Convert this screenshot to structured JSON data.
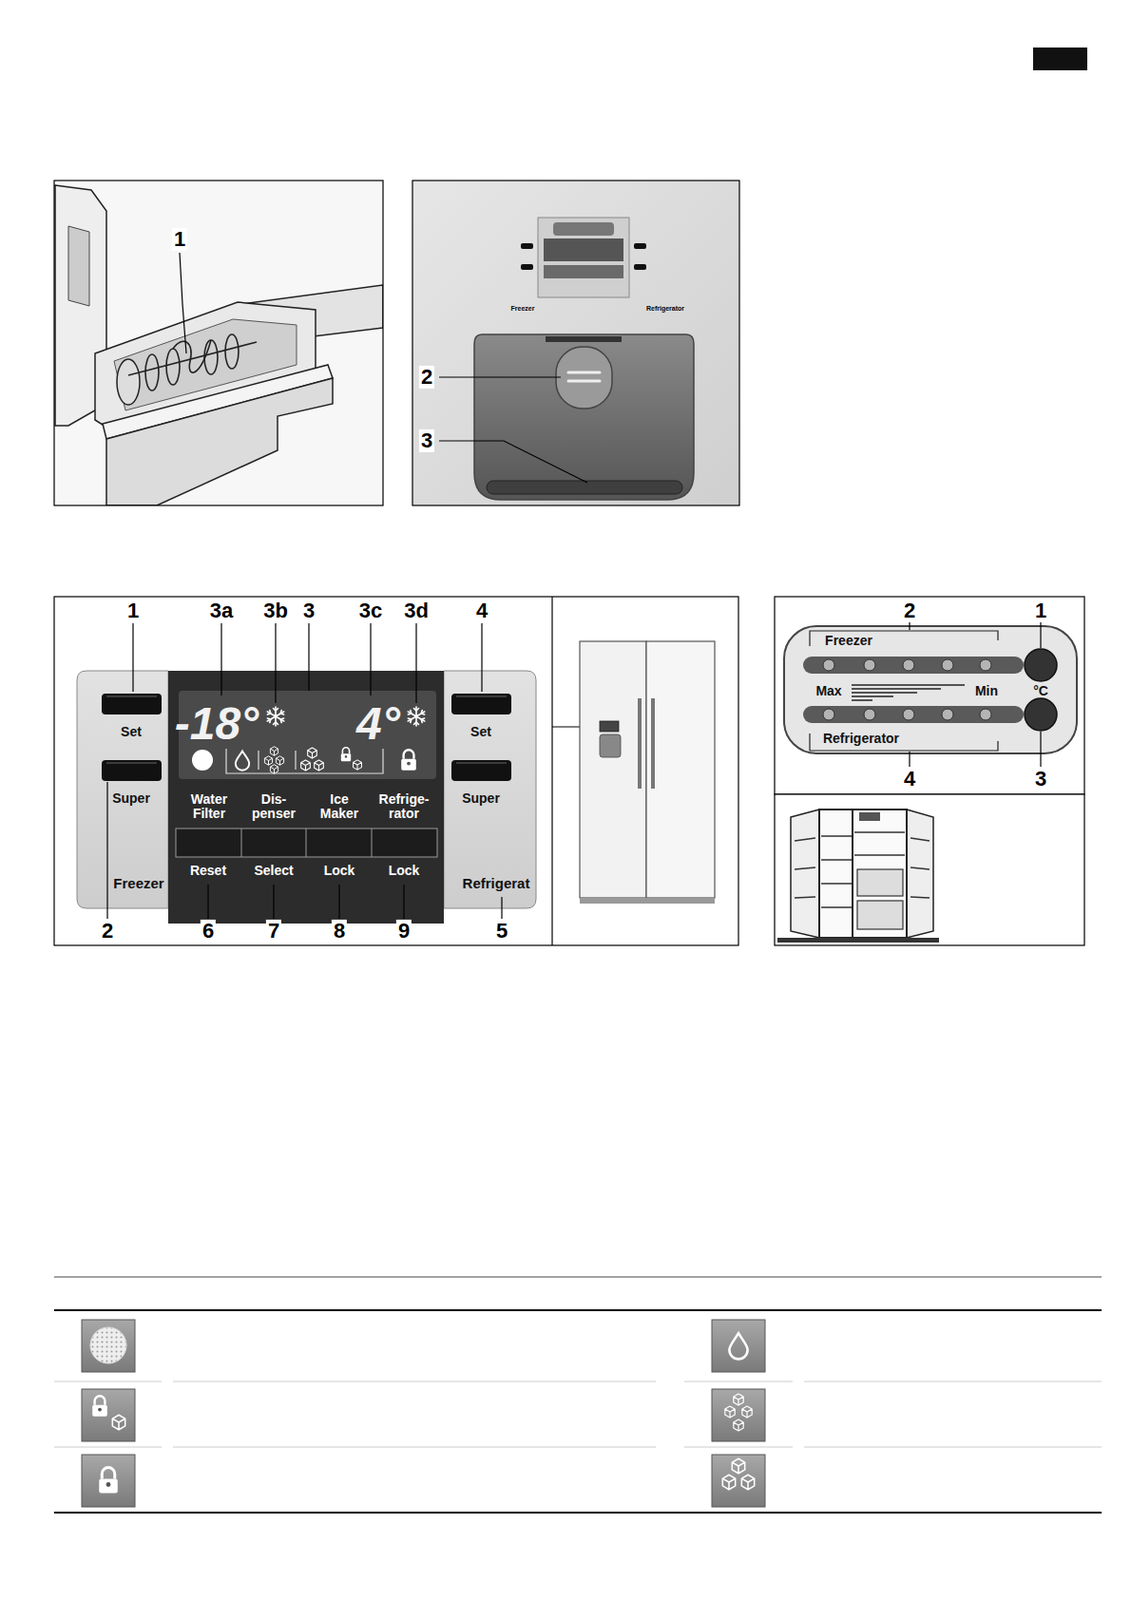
{
  "diagram": {
    "nodes": [
      {
        "text": [
          "Set",
          "Super",
          "Freezer"
        ]
      },
      {
        "text": [
          "-18°",
          "4°",
          "Water Filter",
          "Dis- penser",
          "Ice Maker",
          "Refrige- rator",
          "Reset",
          "Select",
          "Lock",
          "Lock"
        ]
      },
      {
        "text": [
          "Set",
          "Super",
          "Refrigerat"
        ]
      },
      {
        "text": [
          "Freezer",
          "Max",
          "Min",
          "°C",
          "Refrigerator"
        ]
      }
    ],
    "labels": [
      "1",
      "Freezer",
      "Refrigerator",
      "2",
      "3",
      "1",
      "3a",
      "3b",
      "3",
      "3c",
      "3d",
      "4",
      "2",
      "6",
      "7",
      "8",
      "9",
      "5",
      "2",
      "1",
      "4",
      "3"
    ]
  }
}
